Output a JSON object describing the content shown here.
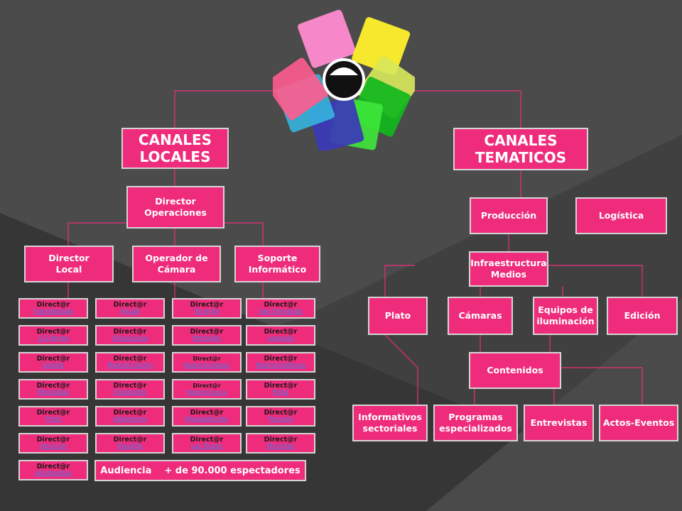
{
  "canales_locales": {
    "title": "CANALES\nLOCALES",
    "director_operaciones": "Director\nOperaciones",
    "director_local": "Director\nLocal",
    "operador_camara": "Operador de\nCámara",
    "soporte_informatico": "Soporte\nInformático",
    "director_label": "Direct@r",
    "localidades": [
      [
        "Fuenlabrada",
        "Alcalá",
        "Torrejón",
        "San Fernando"
      ],
      [
        "S.S.Reyes",
        "Villaviciosa",
        "Móstoles",
        "Leganés"
      ],
      [
        "Getafe",
        "Madrid-Centro",
        "Madrid-Hortaleza",
        "Madrid-Vallecas"
      ],
      [
        "Moratalaz",
        "Chamartín",
        "Madrid-Chueca",
        "Parla"
      ],
      [
        "Pinto",
        "Valdemoro",
        "Majadahonda",
        "Pozuelo"
      ],
      [
        "Alcorcón",
        "Boadilla",
        "Las Rozas",
        "Mostoles"
      ],
      [
        "Alcobendas"
      ]
    ],
    "audiencia_label": "Audiencia",
    "audiencia_value": "+ de 90.000 espectadores"
  },
  "canales_tematicos": {
    "title": "CANALES\nTEMATICOS",
    "produccion": "Producción",
    "logistica": "Logística",
    "infraestructura": "Infraestructura\nMedios",
    "plato": "Plato",
    "camaras": "Cámaras",
    "equipos": "Equipos de\niluminación",
    "edicion": "Edición",
    "contenidos": "Contenidos",
    "informativos": "Informativos\nsectoriales",
    "programas": "Programas\nespecializados",
    "entrevistas": "Entrevistas",
    "actos": "Actos-Eventos"
  },
  "colors": {
    "box": "#ee2c7b",
    "border": "#d4d4d4",
    "line": "#ee2c7b",
    "link": "#4a78e8",
    "background": "#3f3f3f"
  },
  "icons": {
    "logo": "color-petals-logo"
  }
}
